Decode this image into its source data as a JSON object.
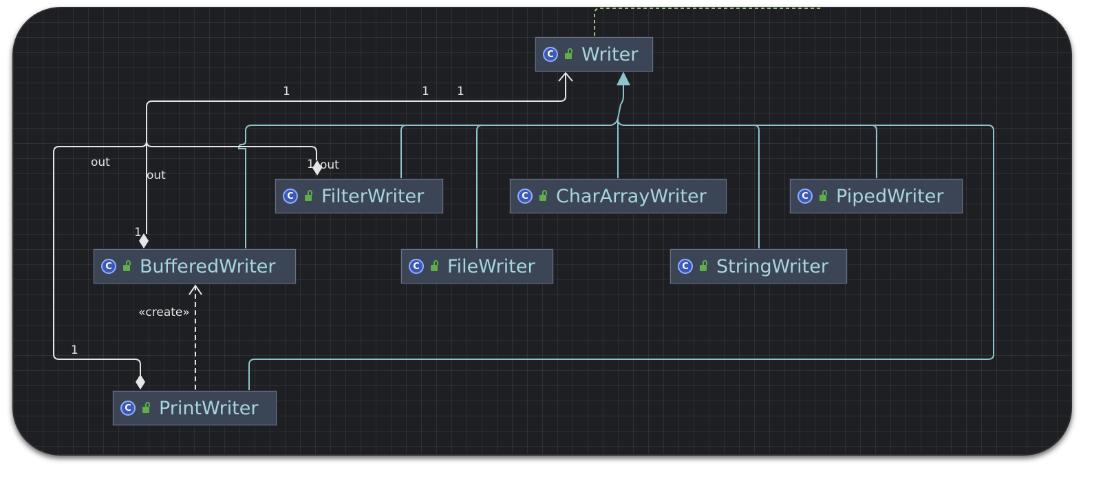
{
  "diagram": {
    "classes": {
      "writer": "Writer",
      "filter_writer": "FilterWriter",
      "char_array_writer": "CharArrayWriter",
      "piped_writer": "PipedWriter",
      "buffered_writer": "BufferedWriter",
      "file_writer": "FileWriter",
      "string_writer": "StringWriter",
      "print_writer": "PrintWriter"
    },
    "class_icon_glyph": "C",
    "labels": {
      "mult_writer_a": "1",
      "mult_writer_b": "1",
      "mult_writer_c": "1",
      "role_out_left": "out",
      "role_out_buffered": "out",
      "mult_filter": "1",
      "role_out_filter": "out",
      "mult_buffered": "1",
      "stereotype_create": "«create»",
      "mult_print": "1"
    },
    "colors": {
      "background": "#1e1f22",
      "node_fill": "#3c4555",
      "node_text": "#a6d5e0",
      "inheritance_line": "#8fc4cf",
      "association_line": "#e6e6e6",
      "dependency_line": "#9fbf7a"
    },
    "icons": [
      "class-icon",
      "lock-icon"
    ]
  }
}
